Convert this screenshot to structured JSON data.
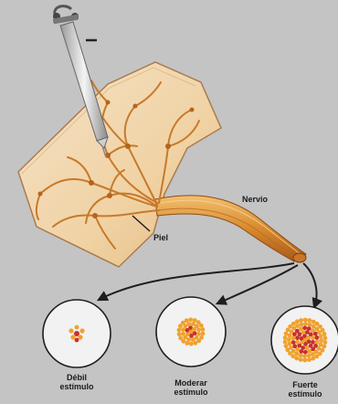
{
  "labels": {
    "nerve": "Nervio",
    "skin": "Piel",
    "weak": [
      "Débil",
      "estímulo"
    ],
    "moderate": [
      "Moderar",
      "estímulo"
    ],
    "strong": [
      "Fuerte",
      "estímulo"
    ]
  },
  "colors": {
    "skin_fill": "#f4d9ae",
    "skin_edge": "#a9784a",
    "nerve_fiber": "#c87a2a",
    "nerve_bundle": "#e2a24d",
    "circle_fill": "#f2f2f2",
    "dot_red": "#c8312a",
    "dot_orange": "#f0a12e"
  }
}
